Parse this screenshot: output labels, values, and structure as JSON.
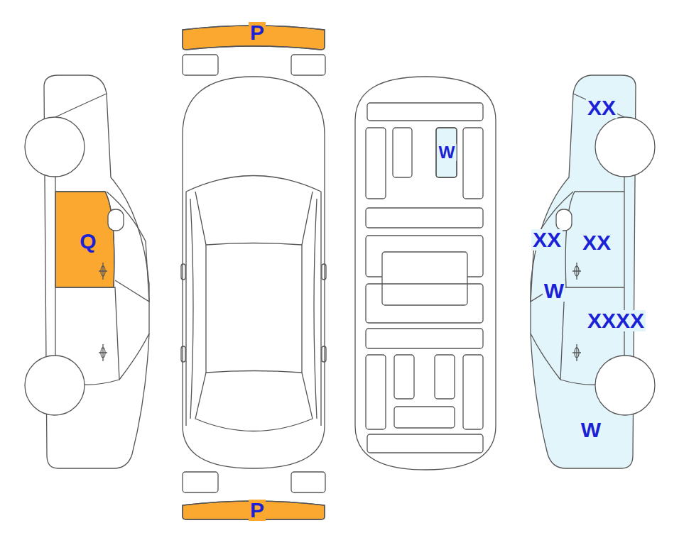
{
  "diagram": {
    "nodes": [
      {
        "text": [
          "P"
        ]
      },
      {
        "text": [
          "Q"
        ]
      },
      {
        "text": [
          "W"
        ]
      },
      {
        "text": [
          "XX",
          "XX",
          "XX",
          "W",
          "XXXX",
          "W"
        ]
      },
      {
        "text": [
          "P"
        ]
      }
    ]
  }
}
